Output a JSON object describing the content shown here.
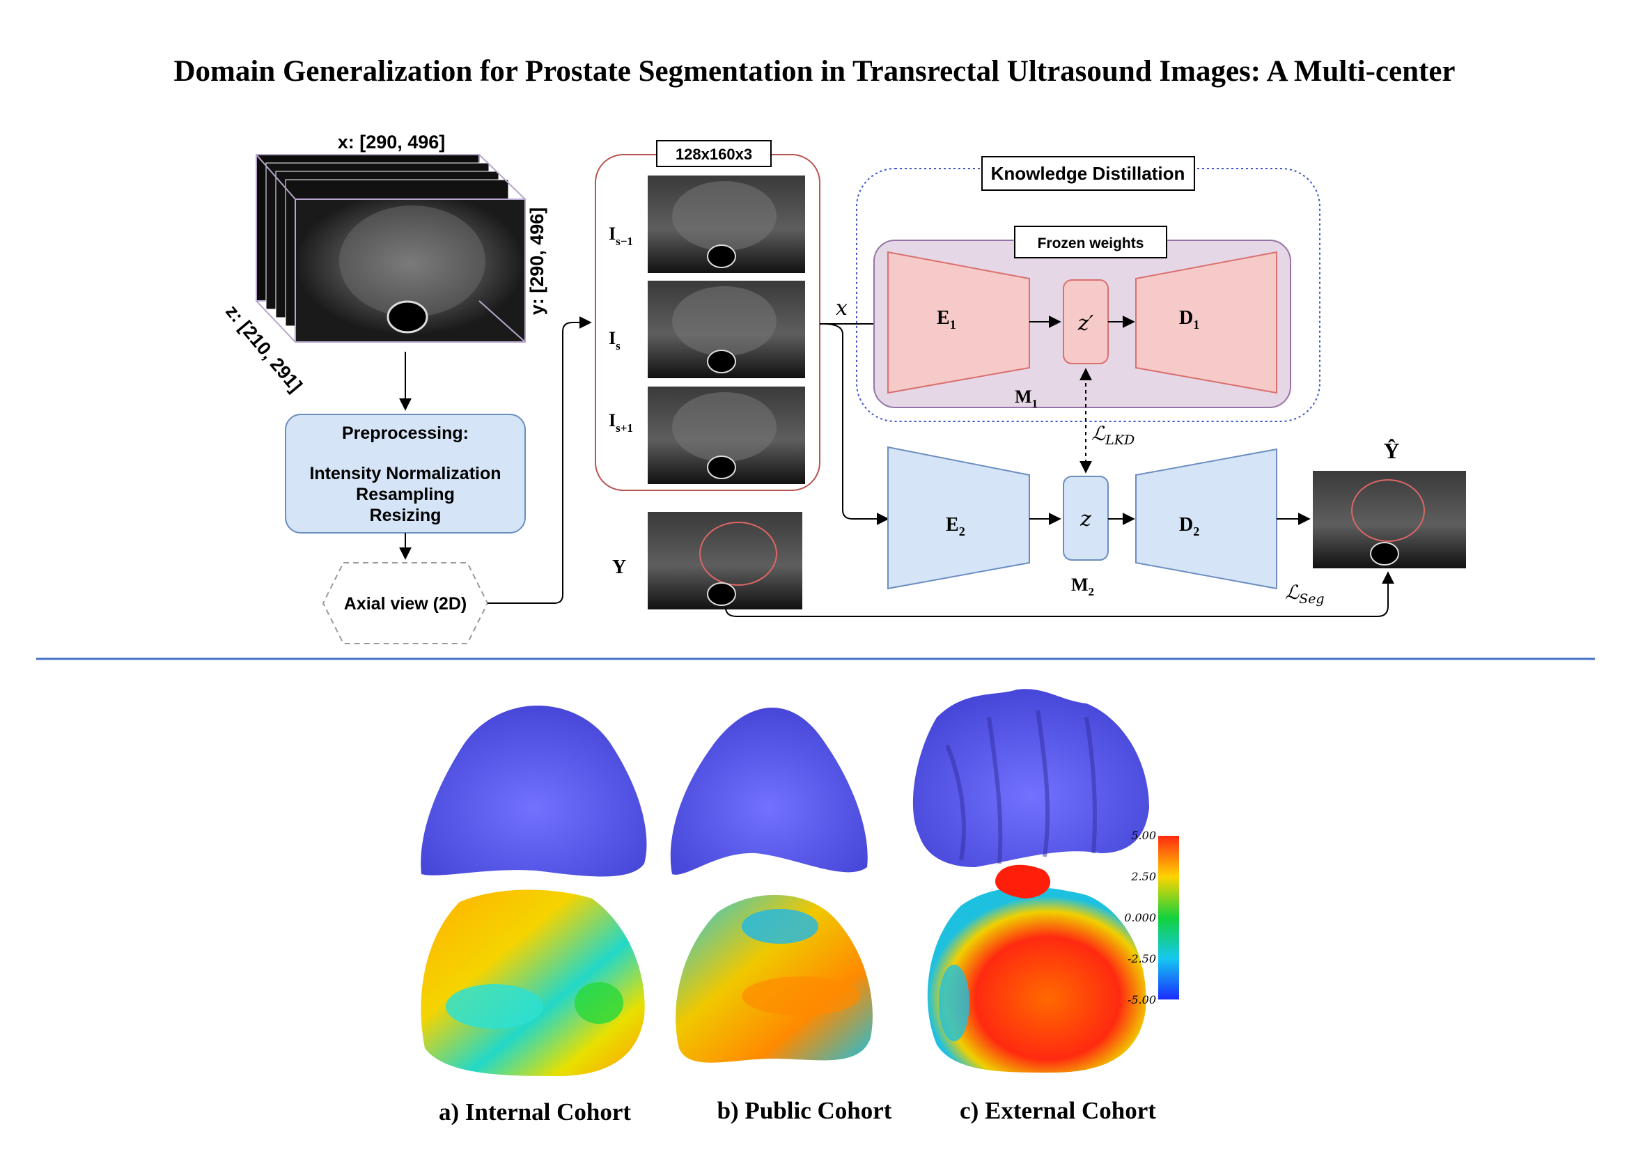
{
  "title": "Domain Generalization for Prostate Segmentation in Transrectal Ultrasound Images: A Multi-center",
  "volume": {
    "x_label": "x: [290, 496]",
    "y_label": "y: [290, 496]",
    "z_label": "z: [210, 291]"
  },
  "preprocessing": {
    "heading": "Preprocessing:",
    "steps": [
      "Intensity Normalization",
      "Resampling",
      "Resizing"
    ]
  },
  "axial_view": "Axial view (2D)",
  "slice_stack": {
    "size_label": "128x160x3",
    "labels": [
      {
        "base": "I",
        "sub": "s−1"
      },
      {
        "base": "I",
        "sub": "s"
      },
      {
        "base": "I",
        "sub": "s+1"
      }
    ],
    "gt_label": "Y"
  },
  "input_symbol": "x",
  "teacher": {
    "box_title": "Knowledge Distillation",
    "frozen_label": "Frozen weights",
    "encoder": {
      "base": "E",
      "sub": "1"
    },
    "latent": "z′",
    "decoder": {
      "base": "D",
      "sub": "1"
    },
    "model": {
      "base": "M",
      "sub": "1"
    }
  },
  "student": {
    "encoder": {
      "base": "E",
      "sub": "2"
    },
    "latent": "z",
    "decoder": {
      "base": "D",
      "sub": "2"
    },
    "model": {
      "base": "M",
      "sub": "2"
    }
  },
  "losses": {
    "kd": {
      "base": "ℒ",
      "sub": "LKD"
    },
    "seg": {
      "base": "ℒ",
      "sub": "Seg"
    }
  },
  "output_label": "Ŷ",
  "colorbar": {
    "ticks": [
      "5.00",
      "2.50",
      "0.000",
      "-2.50",
      "-5.00"
    ],
    "colors": [
      "#ff2a12",
      "#ffd400",
      "#14d23c",
      "#15c8f0",
      "#1a2cff"
    ]
  },
  "cohorts": [
    "a) Internal Cohort",
    "b) Public Cohort",
    "c) External Cohort"
  ],
  "colors": {
    "teacher_fill": "#f7caca",
    "teacher_stroke": "#d9706e",
    "student_fill": "#d5e5f7",
    "student_stroke": "#6c8ebf",
    "frozen_bg": "#e6d7e7",
    "divider": "#4472c4",
    "mesh_blue": "#5757e6"
  }
}
